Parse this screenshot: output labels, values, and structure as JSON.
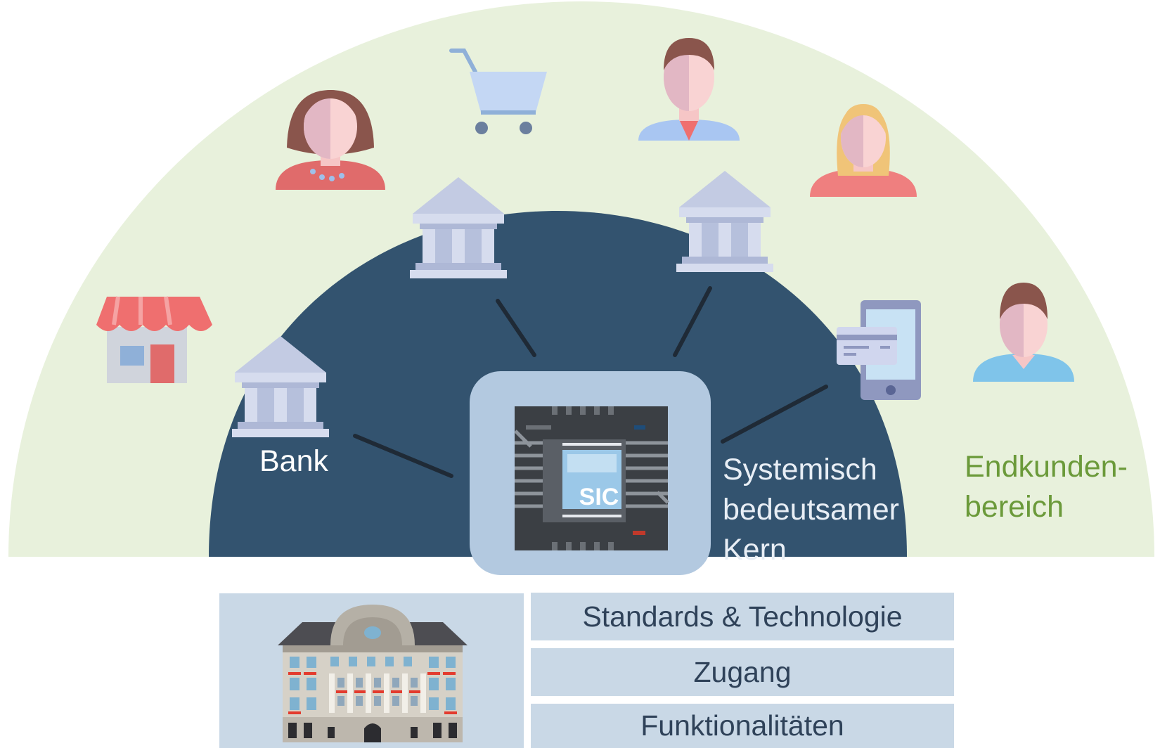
{
  "labels": {
    "bank": "Bank",
    "core": [
      "Systemisch",
      "bedeutsamer",
      "Kern"
    ],
    "endcustomer": [
      "Endkunden-",
      "bereich"
    ],
    "sic_chip": "SIC"
  },
  "layers": [
    {
      "label": "Standards & Technologie"
    },
    {
      "label": "Zugang"
    },
    {
      "label": "Funktionalitäten"
    }
  ],
  "colors": {
    "outer_zone": "#e8f1dc",
    "core_zone": "#33536f",
    "chip_frame": "#b3c9e0",
    "layer_bg": "#c9d8e6",
    "green_text": "#6b9a3a",
    "white_text": "#ffffff",
    "connector": "#1f2a36"
  },
  "icons": [
    "shop-icon",
    "woman-icon",
    "shopping-cart-icon",
    "man-icon",
    "blonde-woman-icon",
    "young-man-icon",
    "bank-building-icon",
    "mobile-payment-icon",
    "sic-chip-icon",
    "national-bank-building-icon"
  ]
}
